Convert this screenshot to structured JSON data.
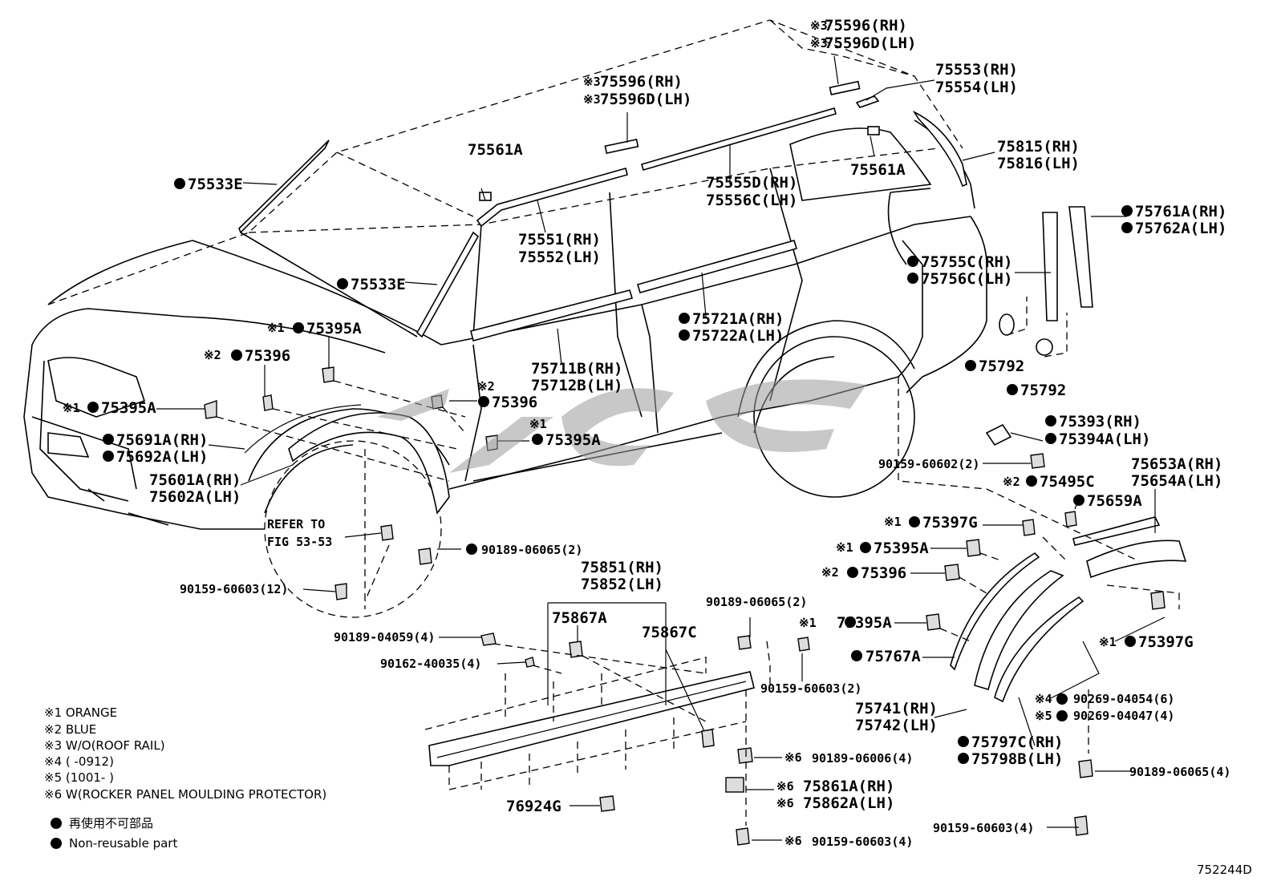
{
  "figure_id": "752244D",
  "labels": {
    "p75596_roof_rh": "75596(RH)",
    "p75596d_roof_lh": "75596D(LH)",
    "p75596_mid_rh": "75596(RH)",
    "p75596d_mid_lh": "75596D(LH)",
    "p75553": "75553(RH)",
    "p75554": "75554(LH)",
    "p75561a_1": "75561A",
    "p75561a_2": "75561A",
    "p75815": "75815(RH)",
    "p75816": "75816(LH)",
    "p75533e_top": "75533E",
    "p75555d": "75555D(RH)",
    "p75556c": "75556C(LH)",
    "p75761a": "75761A(RH)",
    "p75762a": "75762A(LH)",
    "p75551": "75551(RH)",
    "p75552": "75552(LH)",
    "p75755c": "75755C(RH)",
    "p75756c": "75756C(LH)",
    "p75533e_mid": "75533E",
    "p75395a_1": "75395A",
    "p75721a": "75721A(RH)",
    "p75722a": "75722A(LH)",
    "p75396_1": "75396",
    "p75792_1": "75792",
    "p75711b": "75711B(RH)",
    "p75712b": "75712B(LH)",
    "p75792_2": "75792",
    "p75396_2": "75396",
    "p75395a_2": "75395A",
    "p75393": "75393(RH)",
    "p75394a": "75394A(LH)",
    "p75395a_3": "75395A",
    "p75691a": "75691A(RH)",
    "p75692a": "75692A(LH)",
    "p90159_60602": "90159-60602(2)",
    "p75653a": "75653A(RH)",
    "p75654a": "75654A(LH)",
    "p75601a": "75601A(RH)",
    "p75602a": "75602A(LH)",
    "p75495c": "75495C",
    "p75659a": "75659A",
    "refer_to": "REFER TO",
    "fig_ref": "FIG 53-53",
    "p75397g_1": "75397G",
    "p90189_06065_a": "90189-06065(2)",
    "p75395a_4": "75395A",
    "p90159_60603_12": "90159-60603(12)",
    "p75851": "75851(RH)",
    "p75852": "75852(LH)",
    "p75396_3": "75396",
    "p90189_06065_b": "90189-06065(2)",
    "p75867a": "75867A",
    "p75867c": "75867C",
    "p75395a_5": "75395A",
    "p90189_04059": "90189-04059(4)",
    "p75397g_2": "75397G",
    "p90162_40035": "90162-40035(4)",
    "p75767a": "75767A",
    "p90159_60603_2": "90159-60603(2)",
    "p90269_04054": "90269-04054(6)",
    "p75741": "75741(RH)",
    "p75742": "75742(LH)",
    "p90269_04047": "90269-04047(4)",
    "p75797c": "75797C(RH)",
    "p75798b": "75798B(LH)",
    "p90189_06006": "90189-06006(4)",
    "p90189_06065_c": "90189-06065(4)",
    "p75861a": "75861A(RH)",
    "p75862a": "75862A(LH)",
    "p76924g": "76924G",
    "p90159_60603_4": "90159-60603(4)",
    "p90159_60603_6": "90159-60603(4)"
  },
  "marks": {
    "m1": "※1",
    "m2": "※2",
    "m3": "※3",
    "m4": "※4",
    "m5": "※5",
    "m6": "※6"
  },
  "legend": {
    "l1": "※1 ORANGE",
    "l2": "※2 BLUE",
    "l3": "※3 W/O(ROOF RAIL)",
    "l4": "※4 (      -0912)",
    "l5": "※5 (1001-      )",
    "l6": "※6 W(ROCKER PANEL MOULDING PROTECTOR)",
    "nonreuse_jp": "再使用不可部品",
    "nonreuse_en": "Non-reusable part"
  }
}
